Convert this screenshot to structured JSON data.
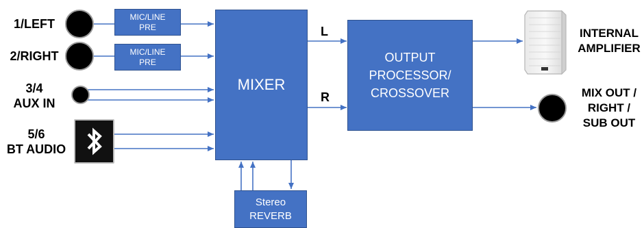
{
  "inputs": {
    "ch1": "1/LEFT",
    "ch2": "2/RIGHT",
    "aux_line1": "3/4",
    "aux_line2": "AUX IN",
    "bt_line1": "5/6",
    "bt_line2": "BT AUDIO"
  },
  "preamps": {
    "pre1_line1": "MIC/LINE",
    "pre1_line2": "PRE",
    "pre2_line1": "MIC/LINE",
    "pre2_line2": "PRE"
  },
  "mixer": {
    "label": "MIXER"
  },
  "channels": {
    "left": "L",
    "right": "R"
  },
  "processor": {
    "line1": "OUTPUT",
    "line2": "PROCESSOR/",
    "line3": "CROSSOVER"
  },
  "reverb": {
    "line1": "Stereo",
    "line2": "REVERB"
  },
  "outputs": {
    "amp_line1": "INTERNAL",
    "amp_line2": "AMPLIFIER",
    "mix_line1": "MIX OUT /",
    "mix_line2": "RIGHT /",
    "mix_line3": "SUB OUT"
  },
  "colors": {
    "block_fill": "#4472c4",
    "block_border": "#2f528f",
    "wire": "#4472c4",
    "jack": "#000000"
  },
  "icons": {
    "bluetooth": "bluetooth-icon",
    "speaker": "speaker-icon"
  }
}
